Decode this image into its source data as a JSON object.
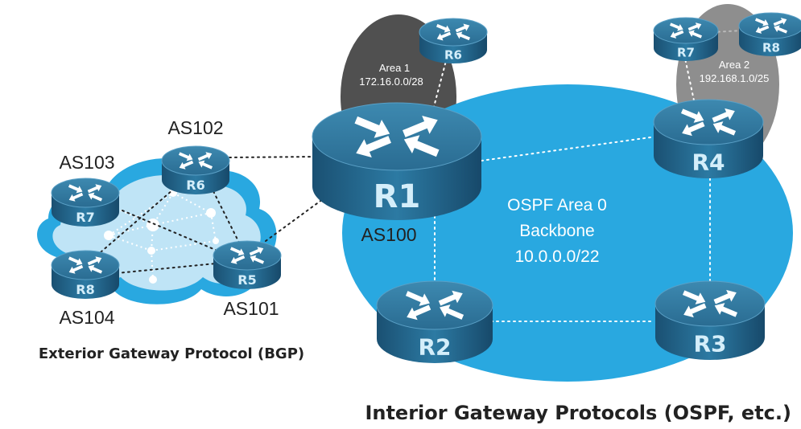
{
  "bgp": {
    "title": "Exterior Gateway Protocol (BGP)",
    "routers": [
      {
        "label": "R6",
        "as_label": "AS102"
      },
      {
        "label": "R7",
        "as_label": "AS103"
      },
      {
        "label": "R8",
        "as_label": "AS104"
      },
      {
        "label": "R5",
        "as_label": "AS101"
      }
    ]
  },
  "ospf": {
    "title": "Interior Gateway Protocols (OSPF, etc.)",
    "backbone": {
      "line1": "OSPF Area 0",
      "line2": "Backbone",
      "line3": "10.0.0.0/22"
    },
    "area1": {
      "name": "Area 1",
      "subnet": "172.16.0.0/28"
    },
    "area2": {
      "name": "Area 2",
      "subnet": "192.168.1.0/25"
    },
    "r1": {
      "label": "R1",
      "as_label": "AS100"
    },
    "routers": {
      "r2": "R2",
      "r3": "R3",
      "r4": "R4",
      "r6": "R6",
      "r7": "R7",
      "r8": "R8"
    }
  },
  "colors": {
    "backbone": "#29a8e0",
    "area1": "#505050",
    "area2": "#8e8e8e",
    "cloud": "#29a8e0",
    "cloud_inner": "#bfe4f6",
    "router_top": "#2f7399",
    "router_side": "#1e5a80",
    "router_label": "#d4eefa"
  },
  "icons": [
    "router-icon",
    "cloud-icon"
  ]
}
